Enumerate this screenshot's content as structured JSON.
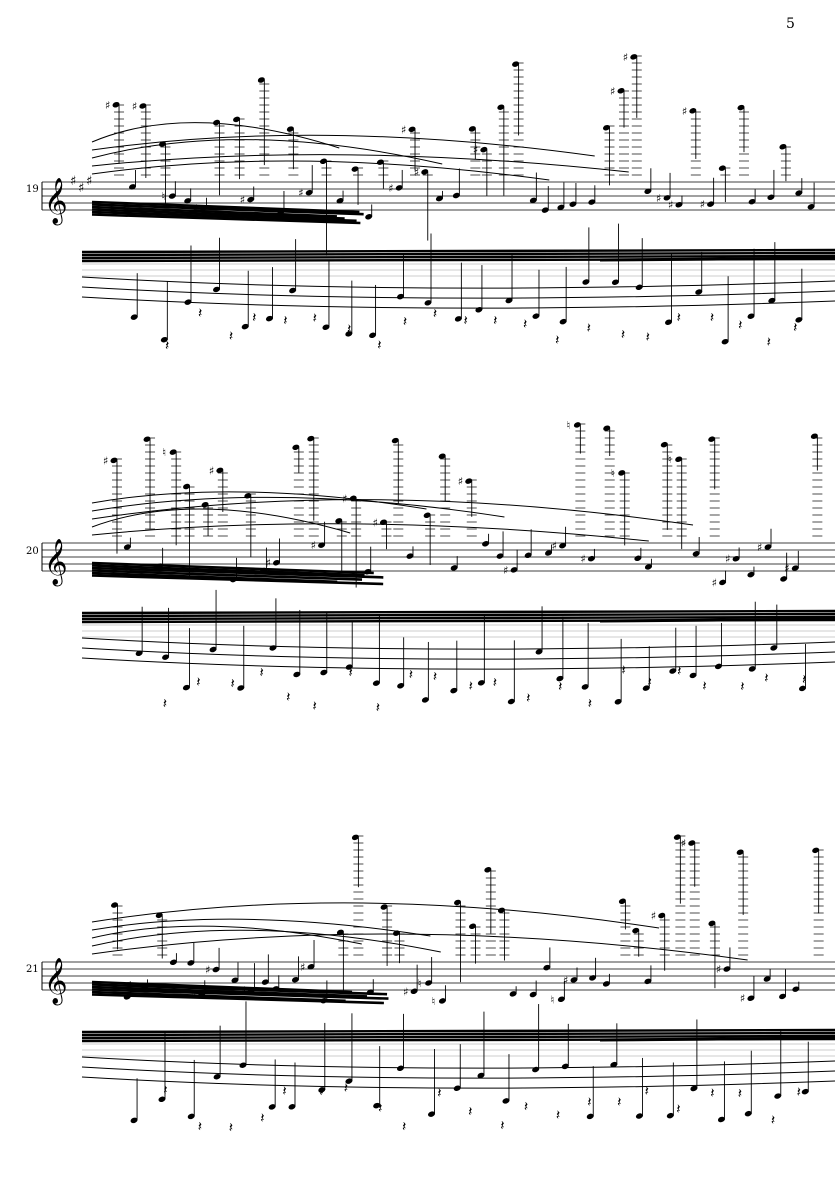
{
  "page": {
    "number": "5"
  },
  "systems": [
    {
      "measure": "19",
      "key_sharps": 3,
      "clef": "treble"
    },
    {
      "measure": "20",
      "key_sharps": 0,
      "clef": "treble"
    },
    {
      "measure": "21",
      "key_sharps": 0,
      "clef": "treble"
    }
  ],
  "colors": {
    "ink": "#000000",
    "paper": "#ffffff"
  }
}
